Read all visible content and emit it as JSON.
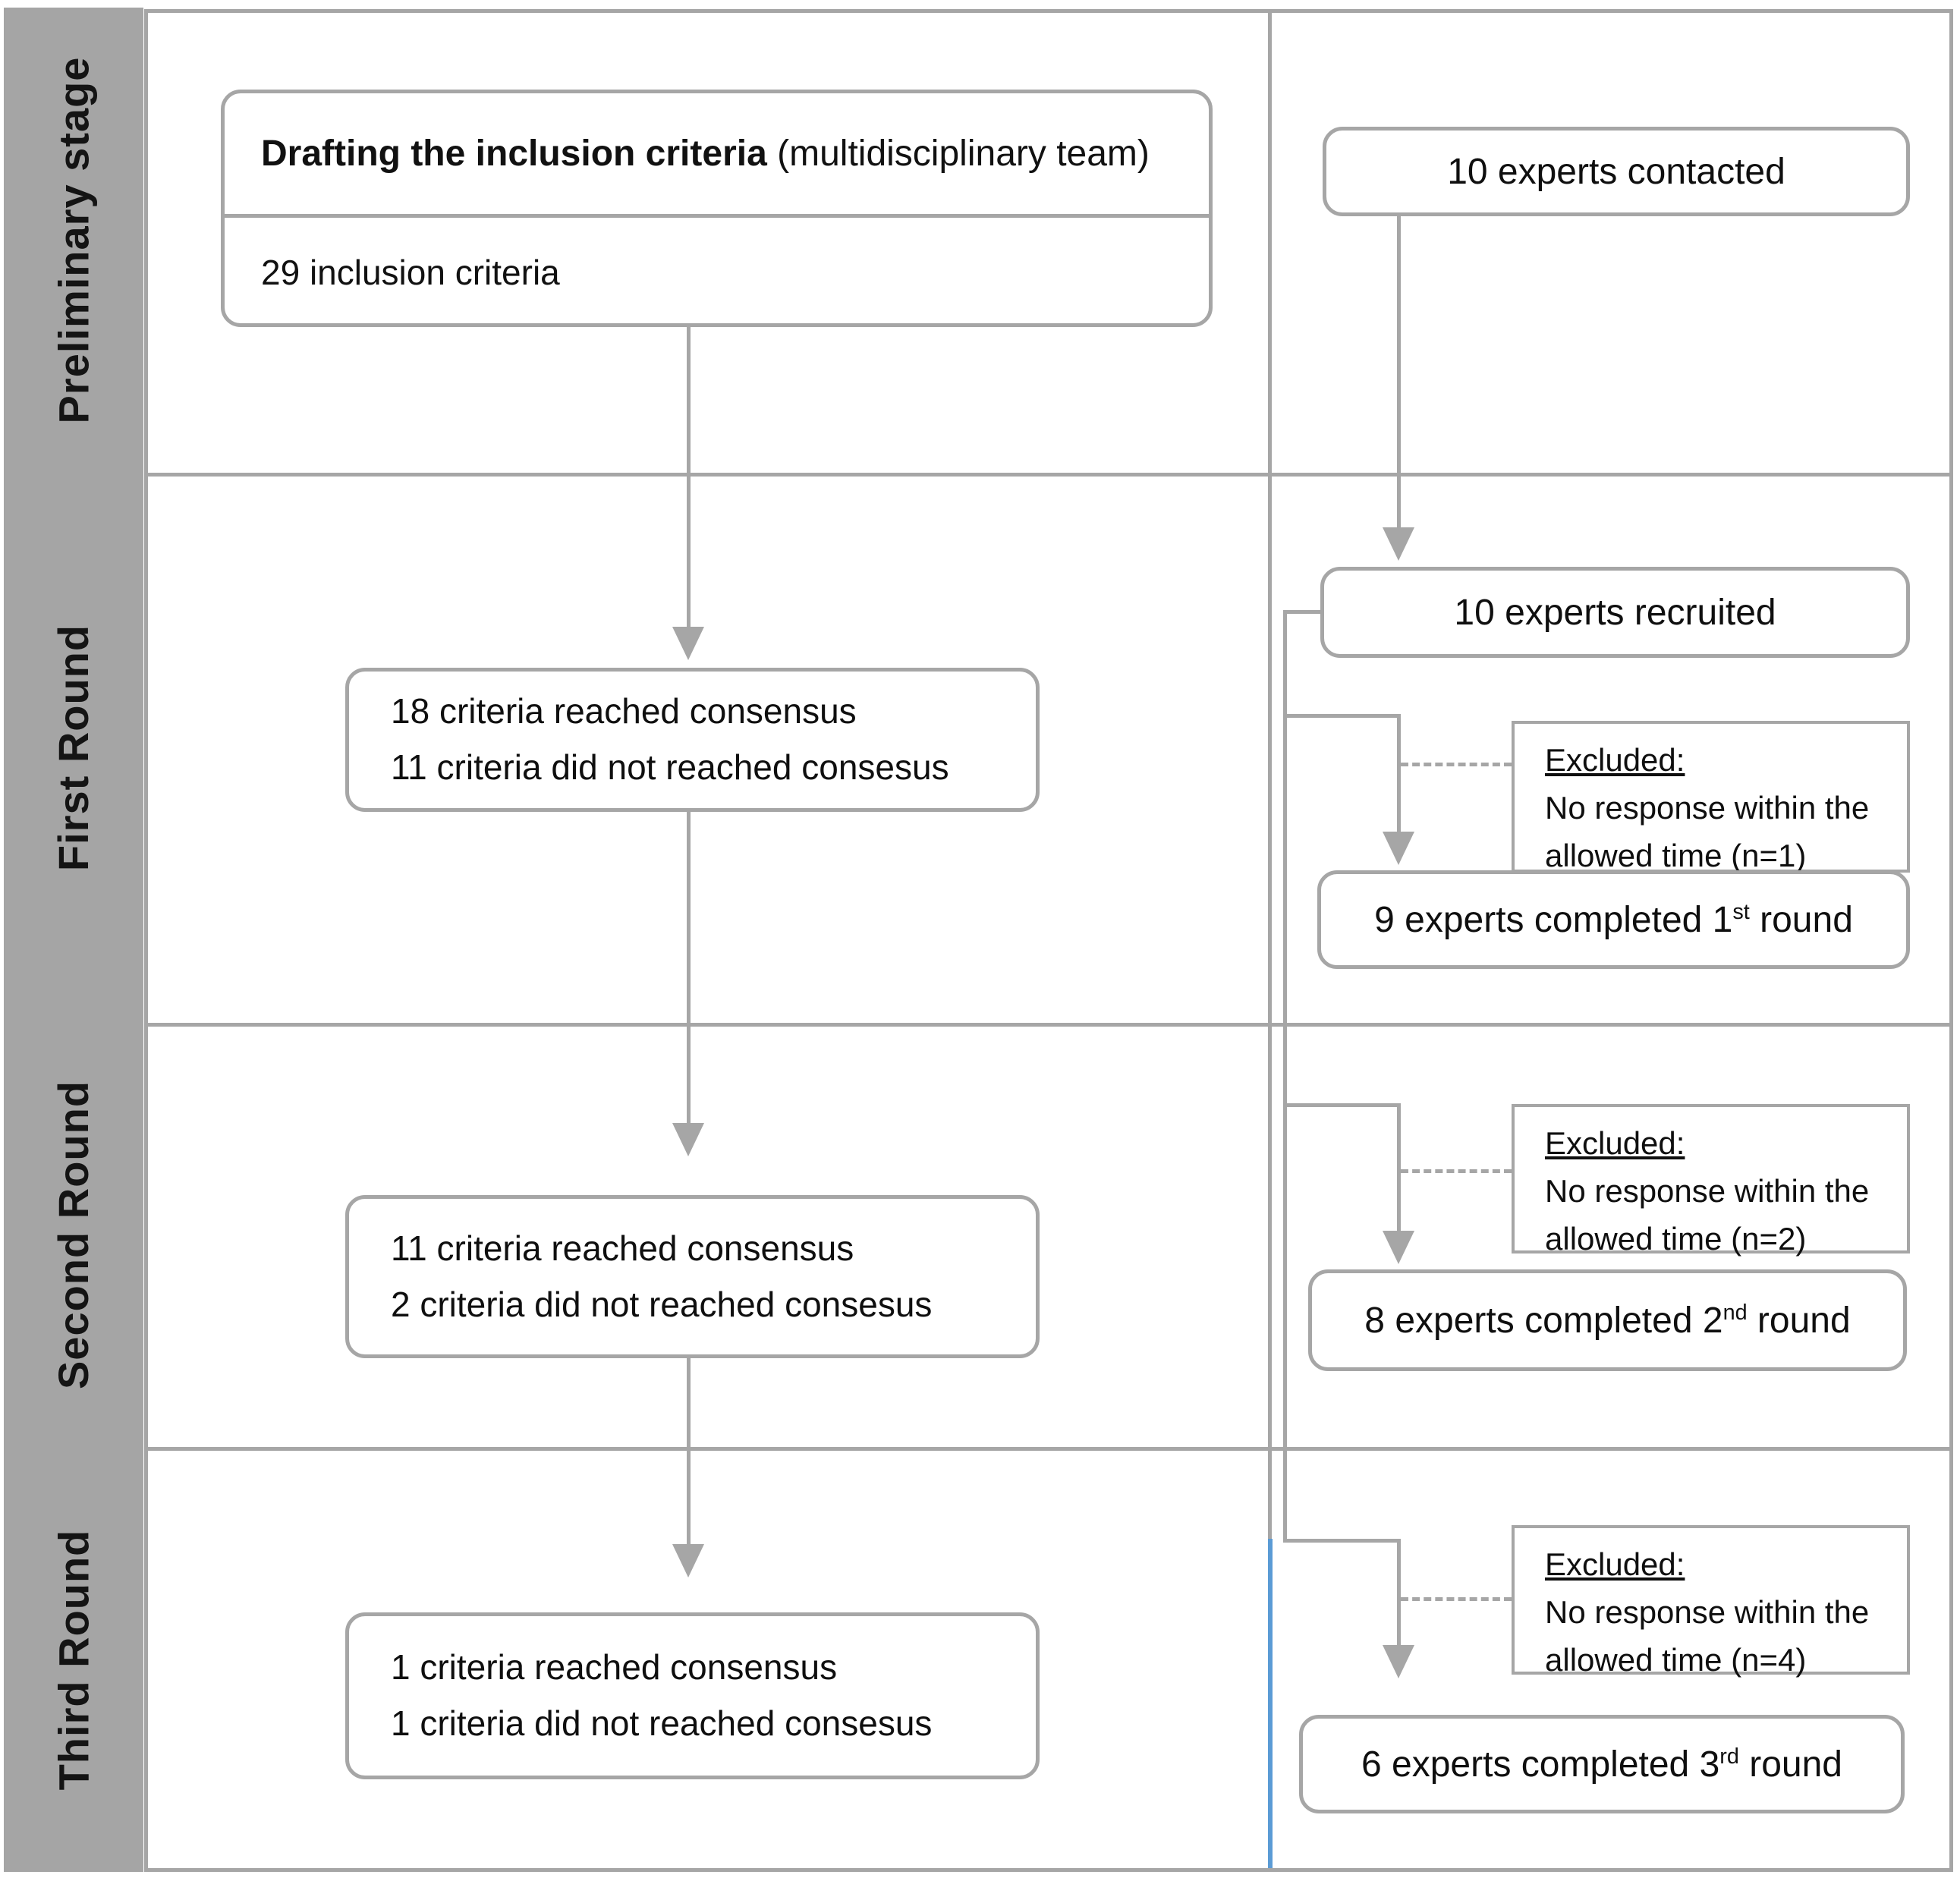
{
  "colors": {
    "line_gray": "#a6a6a6",
    "sidebar_gray": "#a5a5a5",
    "accent_blue": "#5b9bd5"
  },
  "sidebar": {
    "rows": [
      {
        "label": "Preliminary stage"
      },
      {
        "label": "First Round"
      },
      {
        "label": "Second Round"
      },
      {
        "label": "Third Round"
      }
    ]
  },
  "preliminary": {
    "drafting_title_bold": "Drafting the inclusion criteria",
    "drafting_title_rest": " (multidisciplinary team)",
    "drafting_subtitle": "29 inclusion criteria",
    "contacted": "10 experts contacted"
  },
  "first_round": {
    "criteria_line1": "18 criteria reached consensus",
    "criteria_line2": "11 criteria did not reached consesus",
    "recruited": "10 experts recruited",
    "excluded": {
      "title": "Excluded:",
      "line1": "No response within the",
      "line2": "allowed time (n=1)"
    },
    "completed": {
      "pre": "9 experts completed 1",
      "ordinal": "st",
      "post": " round"
    }
  },
  "second_round": {
    "criteria_line1": "11 criteria reached consensus",
    "criteria_line2": "2 criteria did not reached consesus",
    "excluded": {
      "title": "Excluded:",
      "line1": "No response within the",
      "line2": "allowed time (n=2)"
    },
    "completed": {
      "pre": "8 experts completed 2",
      "ordinal": "nd",
      "post": " round"
    }
  },
  "third_round": {
    "criteria_line1": "1 criteria reached consensus",
    "criteria_line2": "1 criteria did not reached consesus",
    "excluded": {
      "title": "Excluded:",
      "line1": "No response within the",
      "line2": "allowed time (n=4)"
    },
    "completed": {
      "pre": "6 experts completed 3",
      "ordinal": "rd",
      "post": " round"
    }
  }
}
